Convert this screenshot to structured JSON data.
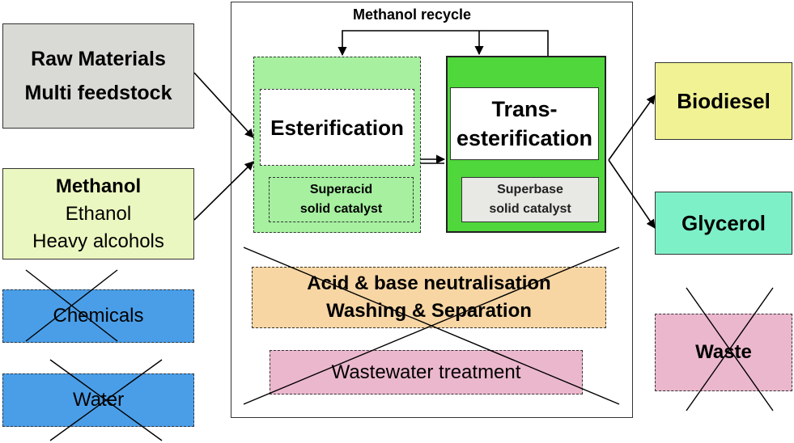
{
  "inputs": {
    "raw_materials": [
      "Raw Materials",
      "Multi feedstock"
    ],
    "alcohols": [
      "Methanol",
      "Ethanol",
      "Heavy alcohols"
    ],
    "chemicals": "Chemicals",
    "water": "Water"
  },
  "process": {
    "recycle_label": "Methanol recycle",
    "esterification": "Esterification",
    "superacid": [
      "Superacid",
      "solid catalyst"
    ],
    "transesterification": [
      "Trans-",
      "esterification"
    ],
    "superbase": [
      "Superbase",
      "solid catalyst"
    ],
    "neutralisation": [
      "Acid & base neutralisation",
      "Washing & Separation"
    ],
    "wastewater": "Wastewater treatment"
  },
  "outputs": {
    "biodiesel": "Biodiesel",
    "glycerol": "Glycerol",
    "waste": "Waste"
  },
  "colors": {
    "raw_materials": "#d9d9d6",
    "alcohols": "#ebf7c0",
    "chemicals": "#4a9ee8",
    "esterification_outer": "#a6f0a0",
    "transesterification_outer": "#4fd73b",
    "catalyst_superbase": "#e8e8e4",
    "neutralisation": "#f7d6a4",
    "wastewater": "#ebb7cc",
    "biodiesel": "#f0f294",
    "glycerol": "#7ef0c8",
    "waste": "#ebb7cc"
  }
}
